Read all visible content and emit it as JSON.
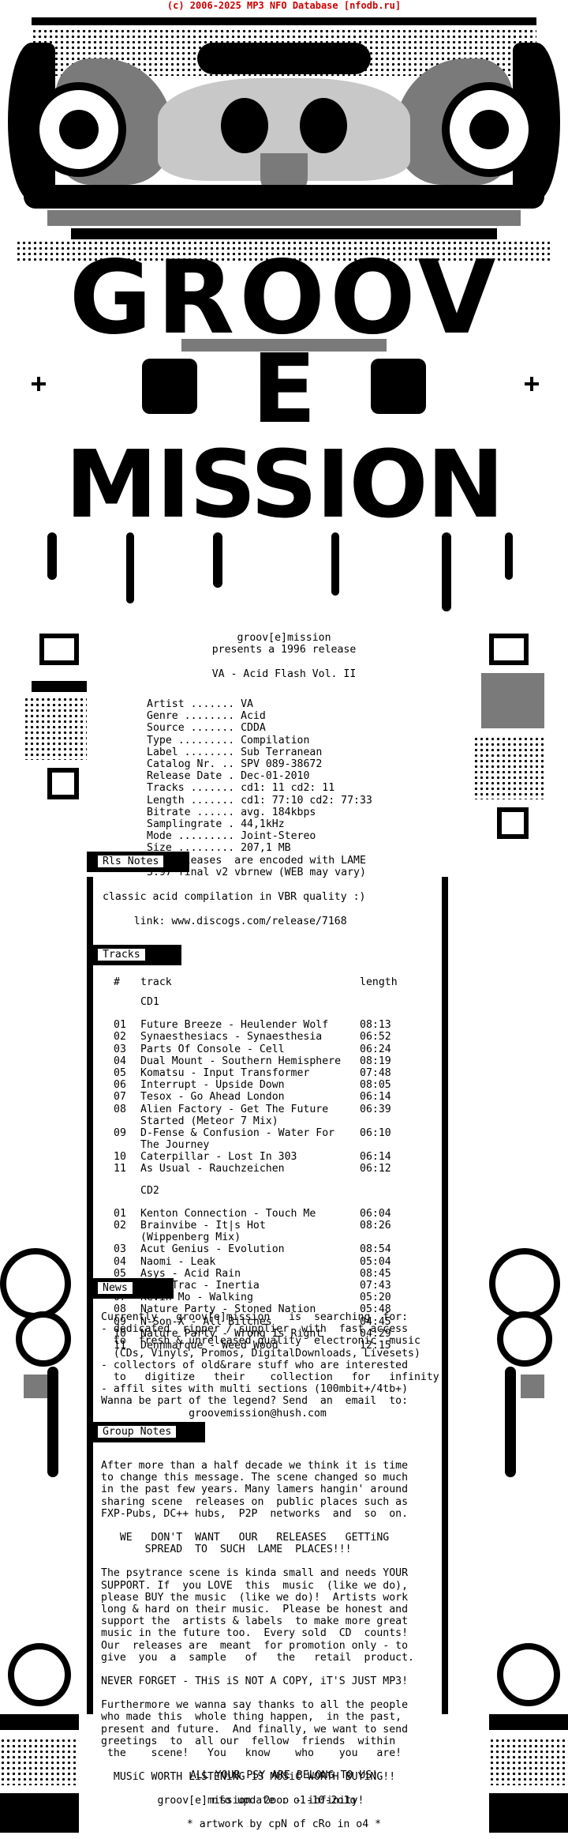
{
  "banner": "(c) 2006-2025 MP3 NFO Database [nfodb.ru]",
  "logo": {
    "line1": "GROOV",
    "line2": "E",
    "line3": "MISSION"
  },
  "intro": {
    "group": "groov[e]mission",
    "presents": "presents a 1996 release",
    "title": "VA - Acid Flash Vol. II"
  },
  "info": [
    "Artist ....... VA",
    "Genre ........ Acid",
    "Source ....... CDDA",
    "Type ......... Compilation",
    "Label ........ Sub Terranean",
    "Catalog Nr. .. SPV 089-38672",
    "Release Date . Dec-01-2010",
    "Tracks ....... cd1: 11 cd2: 11",
    "Length ....... cd1: 77:10 cd2: 77:33",
    "Bitrate ...... avg. 184kbps",
    "Samplingrate . 44,1kHz",
    "Mode ......... Joint-Stereo",
    "Size ......... 207,1 MB",
    "All releases  are encoded with LAME",
    "3.97 final v2 vbrnew (WEB may vary)"
  ],
  "rls_notes": {
    "heading": "Rls Notes",
    "lines": [
      "classic acid compilation in VBR quality :)",
      "",
      "     link: www.discogs.com/release/7168"
    ]
  },
  "tracks": {
    "heading": "Tracks",
    "col_num": "#",
    "col_track": "track",
    "col_length": "length",
    "cd1_label": "CD1",
    "cd2_label": "CD2",
    "cd1": [
      [
        "01",
        "Future Breeze - Heulender Wolf",
        "08:13"
      ],
      [
        "02",
        "Synaesthesiacs - Synaesthesia",
        "06:52"
      ],
      [
        "03",
        "Parts Of Console - Cell",
        "06:24"
      ],
      [
        "04",
        "Dual Mount - Southern Hemisphere",
        "08:19"
      ],
      [
        "05",
        "Komatsu - Input Transformer",
        "07:48"
      ],
      [
        "06",
        "Interrupt - Upside Down",
        "08:05"
      ],
      [
        "07",
        "Tesox - Go Ahead London",
        "06:14"
      ],
      [
        "08",
        "Alien Factory - Get The Future",
        "06:39"
      ],
      [
        "",
        "Started (Meteor 7 Mix)",
        ""
      ],
      [
        "09",
        "D-Fense & Confusion - Water For",
        "06:10"
      ],
      [
        "",
        "The Journey",
        ""
      ],
      [
        "10",
        "Caterpillar - Lost In 303",
        "06:14"
      ],
      [
        "11",
        "As Usual - Rauchzeichen",
        "06:12"
      ]
    ],
    "cd2": [
      [
        "01",
        "Kenton Connection - Touch Me",
        "06:04"
      ],
      [
        "02",
        "Brainvibe - It|s Hot",
        "08:26"
      ],
      [
        "",
        "(Wippenberg Mix)",
        ""
      ],
      [
        "03",
        "Acut Genius - Evolution",
        "08:54"
      ],
      [
        "04",
        "Naomi - Leak",
        "05:04"
      ],
      [
        "05",
        "Asys - Acid Rain",
        "08:45"
      ],
      [
        "06",
        "Fast Trac - Inertia",
        "07:43"
      ],
      [
        "07",
        "Kevin Mo - Walking",
        "05:20"
      ],
      [
        "08",
        "Nature Party - Stoned Nation",
        "05:48"
      ],
      [
        "09",
        "N-Son-X - All Bitches",
        "04:45"
      ],
      [
        "10",
        "Nature Party - Wrong Is Right",
        "04:29"
      ],
      [
        "11",
        "Dennmarque - Weed Wood",
        "12:15"
      ]
    ]
  },
  "news": {
    "heading": "News",
    "lines": [
      "Currently   groov[e]mission   is  searching  for:",
      "- dedicated  ripper / supplier  with  fast access",
      "  to  fresh & unreleased quality  electronic  music",
      "  (CDs, Vinyls, Promos, DigitalDownloads, Livesets)",
      "- collectors of old&rare stuff who are interested",
      "  to   digitize   their    collection   for   infinity",
      "- affil sites with multi sections (100mbit+/4tb+)",
      "Wanna be part of the legend? Send  an  email  to:",
      "              groovemission@hush.com"
    ]
  },
  "group_notes": {
    "heading": "Group Notes",
    "p1": [
      "After more than a half decade we think it is time",
      "to change this message. The scene changed so much",
      "in the past few years. Many lamers hangin' around",
      "sharing scene  releases on  public places such as",
      "FXP-Pubs, DC++ hubs,  P2P  networks  and  so  on."
    ],
    "p2": [
      "   WE   DON'T  WANT   OUR   RELEASES   GETTiNG",
      "       SPREAD  TO  SUCH  LAME  PLACES!!!"
    ],
    "p3": [
      "The psytrance scene is kinda small and needs YOUR",
      "SUPPORT. If  you LOVE  this  music  (like we do),",
      "please BUY the music  (like we do)!  Artists work",
      "long & hard on their music.  Please be honest and",
      "support the  artists & labels  to make more great",
      "music in the future too.  Every sold  CD  counts!",
      "Our  releases are  meant  for promotion only - to",
      "give  you  a  sample   of   the   retail  product."
    ],
    "p4": "NEVER FORGET - THiS iS NOT A COPY, iT'S JUST MP3!",
    "p5": [
      "Furthermore we wanna say thanks to all the people",
      "who made this  whole thing happen,  in the past,",
      "present and future.  And finally, we want to send",
      "greetings  to  all our  fellow  friends  within",
      " the    scene!   You   know    who    you   are!"
    ],
    "p6": "  MUSiC WORTH LiSTENiNG iS MUSiC WORTH BUYiNG!!",
    "p7": "         groov[e]mission  2ooo - infinity!",
    "p8": "ALL YOUR PSY ARE BELONG TO US!",
    "p9": "nfo update : o1-10-2o1o",
    "p10": "* artwork by cpN of cRo in o4 *"
  }
}
